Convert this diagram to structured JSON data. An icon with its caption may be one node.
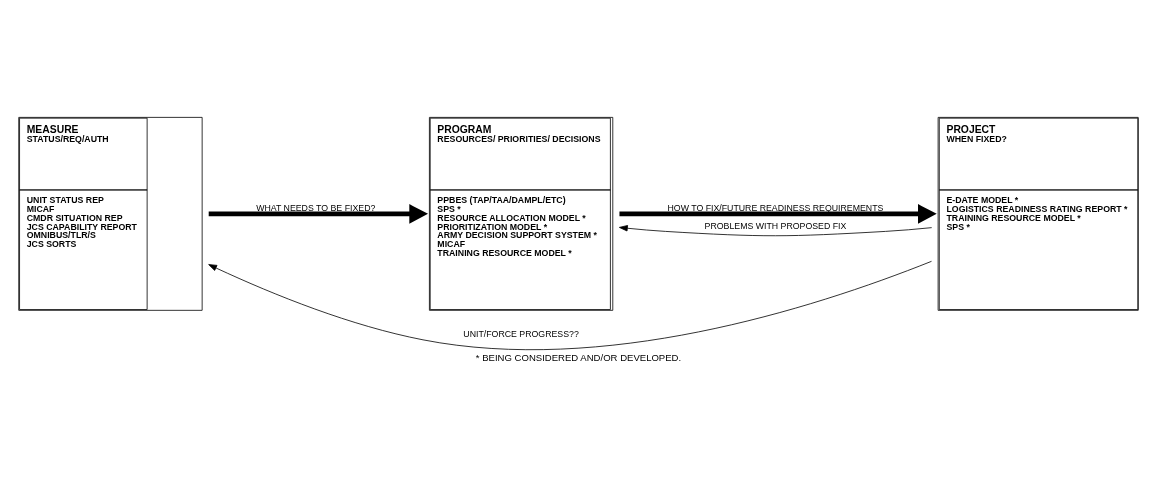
{
  "diagram": {
    "caption": "* BEING CONSIDERED AND/OR DEVELOPED.",
    "nodes": [
      {
        "text": [
          "MEASURE",
          "STATUS/REQ/AUTH",
          "UNIT STATUS REP",
          "MICAF",
          "CMDR SITUATION REP",
          "JCS CAPABILITY REPORT",
          "OMNIBUS/TLR/S",
          "JCS SORTS"
        ]
      },
      {
        "text": [
          "PROGRAM",
          "RESOURCES/ PRIORITIES/ DECISIONS",
          "PPBES (TAP/TAA/DAMPL/ETC)",
          "SPS *",
          "RESOURCE ALLOCATION MODEL *",
          "PRIORITIZATION MODEL *",
          "ARMY DECISION SUPPORT SYSTEM *",
          "MICAF",
          "TRAINING RESOURCE MODEL *"
        ]
      },
      {
        "text": [
          "PROJECT",
          "WHEN FIXED?",
          "E-DATE MODEL *",
          "LOGISTICS READINESS RATING REPORT *",
          "TRAINING RESOURCE MODEL *",
          "SPS *"
        ]
      }
    ],
    "edges": [
      {
        "from": 0,
        "to": 1,
        "arrow": "to",
        "label": "WHAT NEEDS TO BE FIXED?",
        "style": "thick"
      },
      {
        "from": 1,
        "to": 2,
        "arrow": "to",
        "label": "HOW TO FIX/FUTURE READINESS REQUIREMENTS",
        "style": "thick"
      },
      {
        "from": 2,
        "to": 1,
        "arrow": "to",
        "label": "PROBLEMS WITH PROPOSED FIX"
      },
      {
        "from": 2,
        "to": 0,
        "arrow": "to",
        "label": "UNIT/FORCE PROGRESS??"
      }
    ]
  }
}
